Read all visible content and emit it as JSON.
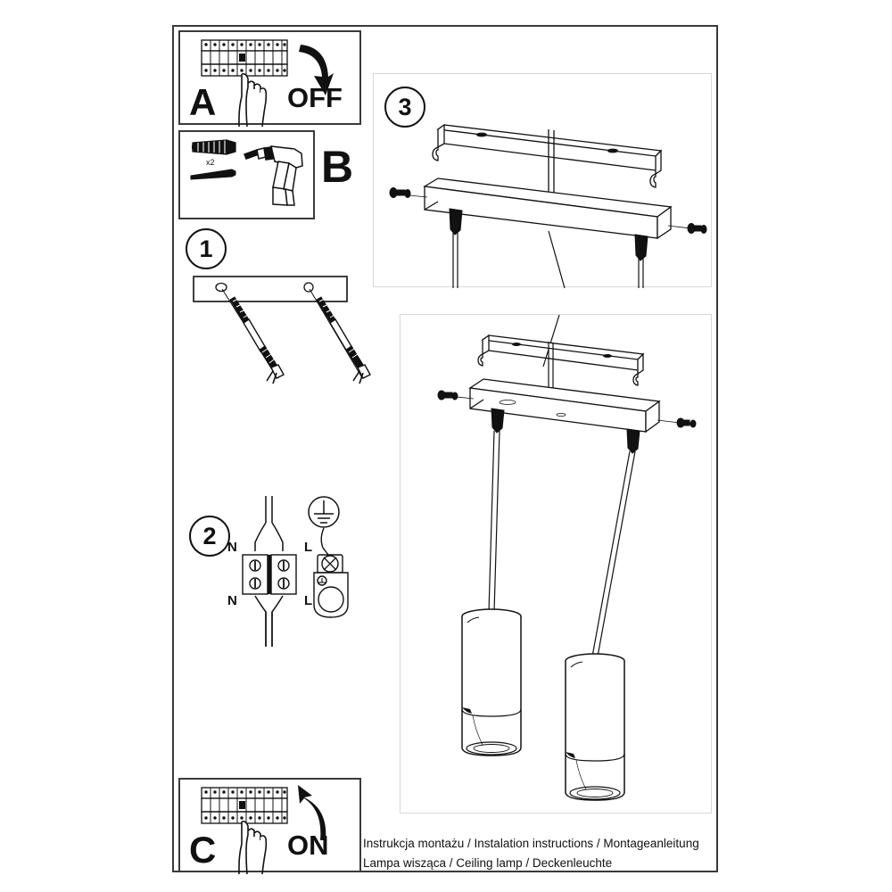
{
  "document": {
    "type": "installation-instruction-sheet",
    "footer_lines": [
      "Instrukcja montażu / Instalation instructions / Montageanleitung",
      "Lampa wisząca / Ceiling lamp / Deckenleuchte"
    ]
  },
  "panels": {
    "a": {
      "letter": "A",
      "action_word": "OFF",
      "icons": [
        "fuse-box-icon",
        "hand-pointing-icon",
        "curved-arrow-down-icon"
      ]
    },
    "b": {
      "letter": "B",
      "quantity_label": "x2",
      "icons": [
        "wall-plug-icon",
        "screw-icon",
        "power-drill-icon"
      ]
    },
    "c": {
      "letter": "C",
      "action_word": "ON",
      "icons": [
        "fuse-box-icon",
        "hand-pointing-icon",
        "curved-arrow-up-icon"
      ]
    },
    "step1": {
      "number": "1",
      "icons": [
        "mounting-bar-icon",
        "screw-anchor-icon"
      ]
    },
    "step2": {
      "number": "2",
      "terminal_labels_top": [
        "N",
        "L"
      ],
      "terminal_labels_bottom": [
        "N",
        "L"
      ],
      "icons": [
        "terminal-block-icon",
        "earth-ground-symbol-icon",
        "earth-terminal-icon"
      ]
    },
    "step3": {
      "number": "3",
      "icons": [
        "ceiling-canopy-icon",
        "bracket-icon",
        "screw-icon"
      ]
    },
    "lamp": {
      "icons": [
        "ceiling-canopy-icon",
        "pendant-tube-shade-icon",
        "suspension-cable-icon"
      ],
      "shade_count": 2
    }
  },
  "colors": {
    "frame": "#3a3a3a",
    "light_frame": "#d8d8d8",
    "ink": "#111111",
    "background": "#ffffff"
  }
}
